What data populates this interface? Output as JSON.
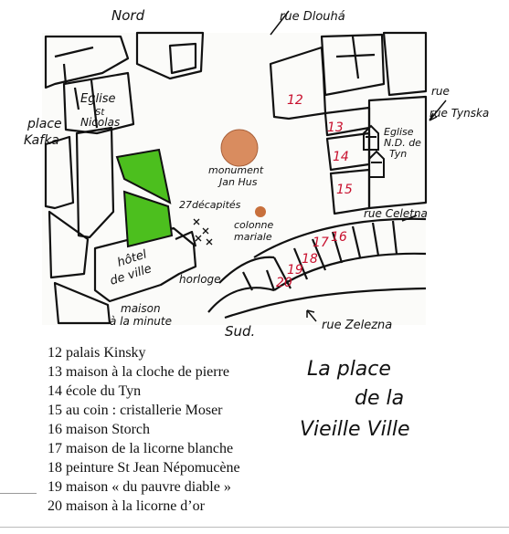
{
  "map": {
    "compass_north": "Nord",
    "compass_south": "Sud.",
    "streets": {
      "dlouha": "rue Dlouhá",
      "tynska": "rue Tynska",
      "celetna": "rue Celetna",
      "zelezna": "rue Zelezna"
    },
    "landmarks": {
      "eglise_st_nicolas": [
        "Eglise",
        "St",
        "Nicolas"
      ],
      "place_kafka": [
        "place",
        "Kafka"
      ],
      "monument_jan_hus": [
        "monument",
        "Jan Hus"
      ],
      "decapites": "27décapités",
      "colonne_mariale": [
        "colonne",
        "mariale"
      ],
      "hotel_de_ville": [
        "hôtel",
        "de ville"
      ],
      "horloge": "horloge",
      "maison_minute": [
        "maison",
        "à la minute"
      ],
      "eglise_tyn": [
        "Eglise",
        "N.D. de",
        "Tyn"
      ]
    },
    "house_numbers": [
      "12",
      "13",
      "14",
      "15",
      "16",
      "17",
      "18",
      "19",
      "20"
    ],
    "colors": {
      "park": "#4cbf1e",
      "monument": "#d98c5f",
      "column": "#c8703c",
      "numbers": "#c8102e"
    }
  },
  "legend": [
    "12 palais Kinsky",
    "13 maison à la cloche de pierre",
    "14 école du Tyn",
    "15 au coin : cristallerie Moser",
    "16 maison Storch",
    "17 maison de la licorne blanche",
    "18 peinture St Jean Népomucène",
    "19 maison « du pauvre diable »",
    "20 maison à la licorne d’or"
  ],
  "title": [
    "La place",
    "de la",
    "Vieille Ville"
  ]
}
